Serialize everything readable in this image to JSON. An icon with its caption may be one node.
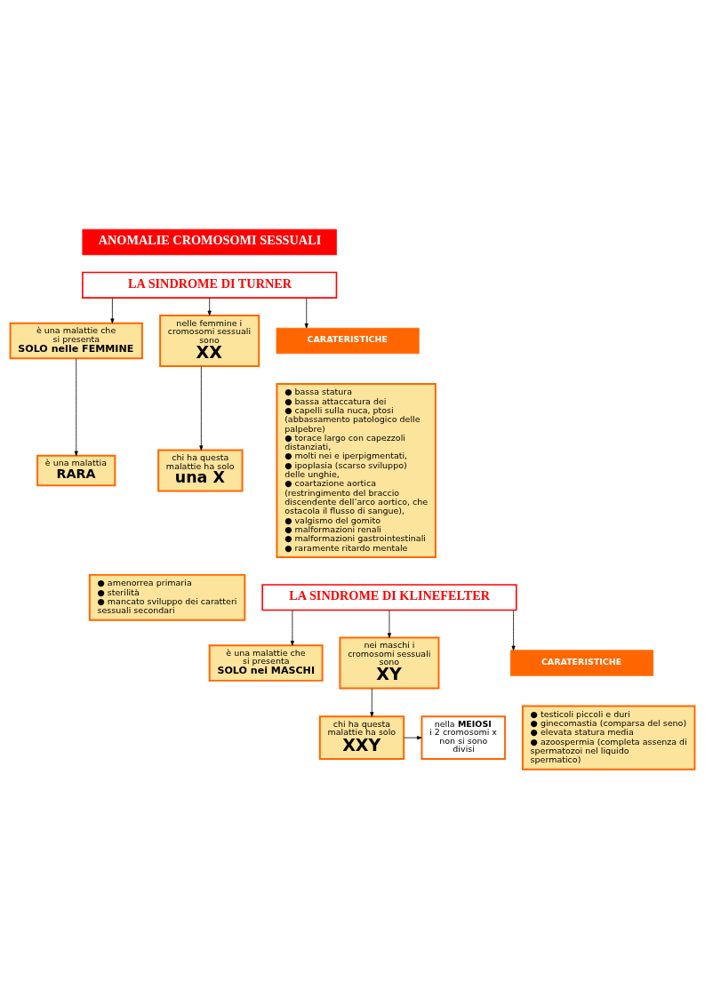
{
  "diagram": {
    "nodes": [
      {
        "text": [
          "ANOMALIE CROMOSOMI SESSUALI"
        ]
      },
      {
        "text": [
          "LA SINDROME DI TURNER"
        ]
      },
      {
        "text": [
          "è una malattie che si presenta",
          "SOLO nelle FEMMINE"
        ]
      },
      {
        "text": [
          "nelle femmine i cromosomi sessuali sono",
          "XX"
        ]
      },
      {
        "text": [
          "CARATERISTICHE"
        ]
      },
      {
        "text": [
          "è una malattia",
          "RARA"
        ]
      },
      {
        "text": [
          "chi ha questa malattie ha solo",
          "una X"
        ]
      },
      {
        "text": [
          "● bassa statura",
          "● bassa attaccatura dei",
          "● capelli sulla nuca, ptosi (abbassamento patologico delle palpebre)",
          "● torace largo con capezzoli distanziati,",
          "● molti nei e iperpigmentati,",
          "● ipoplasia (scarso sviluppo) delle unghie,",
          "● coartazione aortica (restringimento del braccio discendente dell’arco aortico, che ostacola il flusso di sangue),",
          "● valgismo del gomito",
          "● malformazioni renali",
          "● malformazioni gastrointestinali",
          "● raramente ritardo mentale"
        ]
      },
      {
        "text": [
          "● amenorrea primaria",
          "● sterilità",
          "● mancato sviluppo dei caratteri sessuali secondari"
        ]
      },
      {
        "text": [
          "LA SINDROME DI KLINEFELTER"
        ]
      },
      {
        "text": [
          "è una malattie che si presenta",
          "SOLO nei MASCHI"
        ]
      },
      {
        "text": [
          "nei maschi i cromosomi sessuali sono",
          "XY"
        ]
      },
      {
        "text": [
          "CARATERISTICHE"
        ]
      },
      {
        "text": [
          "chi ha questa malattie ha solo",
          "XXY"
        ]
      },
      {
        "text": [
          "nella **MEIOSI** i 2 cromosomi x non si sono divisi"
        ]
      },
      {
        "text": [
          "● testicoli piccoli e duri",
          "● ginecomastia (comparsa del seno)",
          "● elevata statura media",
          "● azoospermia (completa assenza di spermatozoi nel liquido spermatico)"
        ]
      }
    ],
    "edges": [
      {
        "from": 1,
        "to": 2,
        "arrow": "to"
      },
      {
        "from": 1,
        "to": 3,
        "arrow": "to"
      },
      {
        "from": 1,
        "to": 4,
        "arrow": "to"
      },
      {
        "from": 2,
        "to": 5,
        "arrow": "to"
      },
      {
        "from": 3,
        "to": 6,
        "arrow": "to"
      },
      {
        "from": 9,
        "to": 10,
        "arrow": "to"
      },
      {
        "from": 9,
        "to": 11,
        "arrow": "to"
      },
      {
        "from": 9,
        "to": 12,
        "arrow": "to"
      },
      {
        "from": 11,
        "to": 13,
        "arrow": "to"
      },
      {
        "from": 13,
        "to": 14,
        "arrow": "to"
      }
    ]
  }
}
